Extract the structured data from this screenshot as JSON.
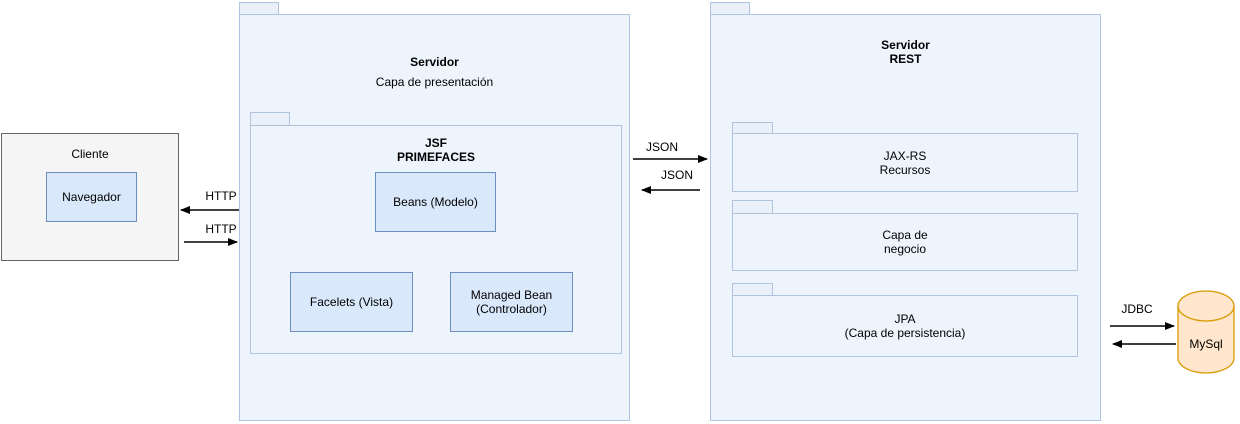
{
  "client": {
    "title": "Cliente",
    "browser": "Navegador"
  },
  "presentation": {
    "title": "Servidor",
    "subtitle": "Capa de presentación",
    "jsf": {
      "title": [
        "JSF",
        "PRIMEFACES"
      ],
      "beans": "Beans (Modelo)",
      "facelets": "Facelets (Vista)",
      "managed": [
        "Managed Bean",
        "(Controlador)"
      ]
    }
  },
  "rest": {
    "title": [
      "Servidor",
      "REST"
    ],
    "jaxrs": [
      "JAX-RS",
      "Recursos"
    ],
    "negocio": [
      "Capa de",
      "negocio"
    ],
    "jpa": [
      "JPA",
      "(Capa de persistencia)"
    ]
  },
  "database": {
    "label": "MySql"
  },
  "arrows": {
    "http_response": "HTTP",
    "http_request": "HTTP",
    "json_request": "JSON",
    "json_response": "JSON",
    "jdbc": "JDBC"
  },
  "colors": {
    "package_fill": "#eef4fc",
    "package_border": "#b0c4e0",
    "box_fill": "#dae8fc",
    "box_border": "#6c8ebf",
    "client_fill": "#f5f5f5",
    "client_border": "#666666",
    "database_fill": "#ffe6cc",
    "database_border": "#d79b00",
    "arrow": "#000000"
  }
}
